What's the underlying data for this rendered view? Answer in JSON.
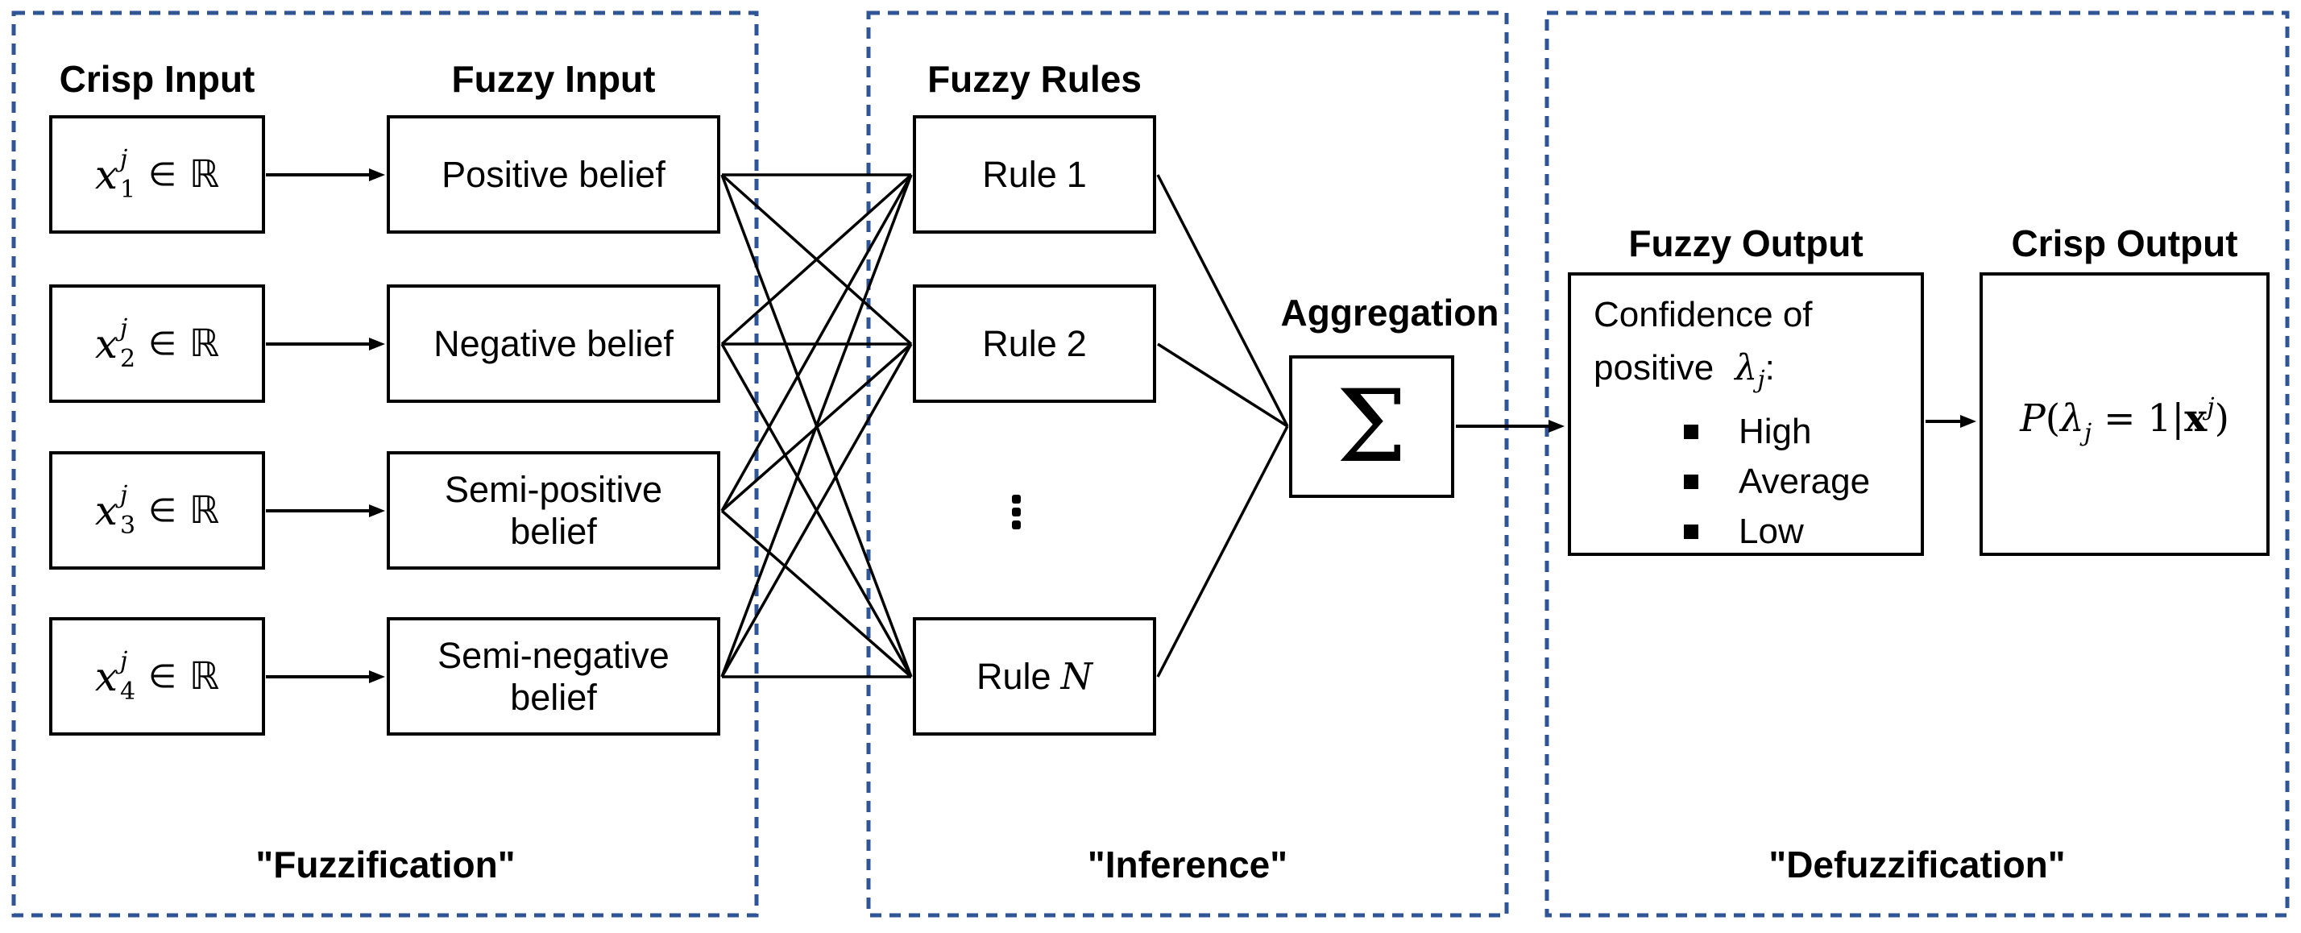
{
  "colors": {
    "section_border": "#2F5597",
    "box_border": "#000000",
    "line": "#000000",
    "background": "#FFFFFF",
    "text": "#000000"
  },
  "fuzzification": {
    "section_label": "\"Fuzzification\"",
    "crisp_input_heading": "Crisp Input",
    "fuzzy_input_heading": "Fuzzy Input",
    "crisp_inputs": [
      {
        "variable": "x",
        "superscript": "j",
        "subscript": "1",
        "element_symbol": "∈",
        "set_symbol": "ℝ"
      },
      {
        "variable": "x",
        "superscript": "j",
        "subscript": "2",
        "element_symbol": "∈",
        "set_symbol": "ℝ"
      },
      {
        "variable": "x",
        "superscript": "j",
        "subscript": "3",
        "element_symbol": "∈",
        "set_symbol": "ℝ"
      },
      {
        "variable": "x",
        "superscript": "j",
        "subscript": "4",
        "element_symbol": "∈",
        "set_symbol": "ℝ"
      }
    ],
    "fuzzy_inputs": [
      {
        "label": "Positive belief"
      },
      {
        "label": "Negative belief"
      },
      {
        "label": "Semi-positive belief"
      },
      {
        "label": "Semi-negative belief"
      }
    ]
  },
  "inference": {
    "section_label": "\"Inference\"",
    "fuzzy_rules_heading": "Fuzzy Rules",
    "rules": [
      {
        "prefix": "Rule",
        "index": "1"
      },
      {
        "prefix": "Rule",
        "index": "2"
      },
      {
        "prefix": "Rule",
        "index": "N"
      }
    ],
    "ellipsis": "⋮",
    "aggregation_label": "Aggregation",
    "sigma_symbol": "Σ"
  },
  "defuzzification": {
    "section_label": "\"Defuzzification\"",
    "fuzzy_output_heading": "Fuzzy Output",
    "crisp_output_heading": "Crisp Output",
    "fuzzy_output": {
      "line1": "Confidence of",
      "line2_text": "positive",
      "line2_variable": "λ",
      "line2_subscript": "j",
      "line2_colon": ":",
      "bullets": [
        {
          "label": "High"
        },
        {
          "label": "Average"
        },
        {
          "label": "Low"
        }
      ]
    },
    "crisp_output": {
      "p": "P",
      "open_paren": "(",
      "lambda": "λ",
      "lambda_subscript": "j",
      "equals": "=",
      "one": "1",
      "conditional_bar": "|",
      "x": "x",
      "x_superscript": "j",
      "close_paren": ")"
    }
  }
}
